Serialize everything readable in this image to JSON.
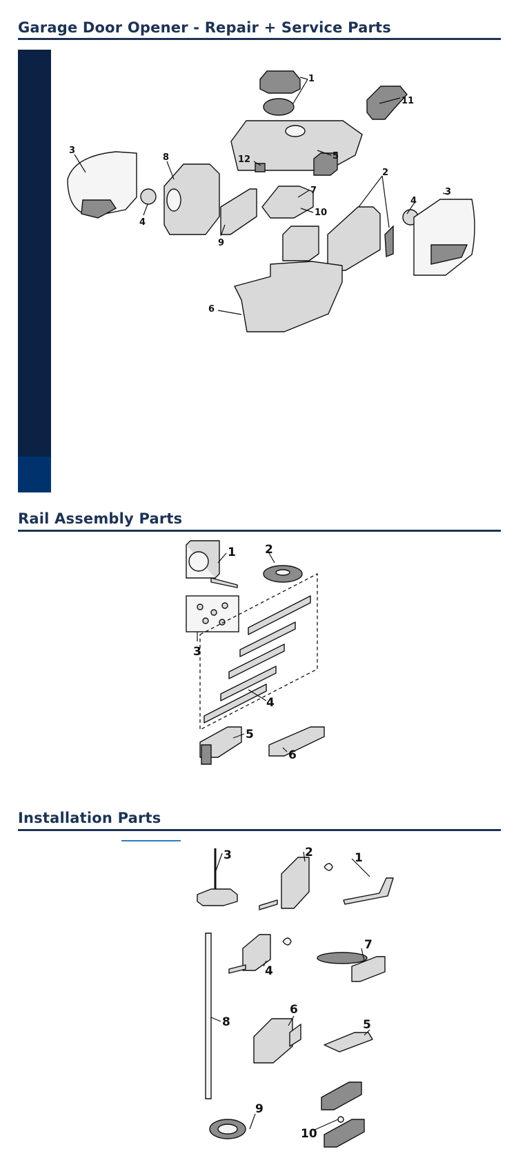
{
  "sections": {
    "opener": {
      "title": "Garage Door Opener - Repair + Service Parts"
    },
    "rail": {
      "title": "Rail Assembly Parts"
    },
    "install": {
      "title": "Installation Parts"
    }
  },
  "opener_callouts": [
    "1",
    "11",
    "3",
    "8",
    "12",
    "5",
    "2",
    "3",
    "4",
    "7",
    "10",
    "4",
    "9",
    "6"
  ],
  "rail_callouts": [
    "1",
    "2",
    "3",
    "4",
    "5",
    "6"
  ],
  "install_callouts": [
    "3",
    "2",
    "1",
    "4",
    "7",
    "8",
    "6",
    "5",
    "9",
    "10"
  ],
  "colors": {
    "heading": "#1d3354",
    "sidebar": "#0c2244",
    "sidebar_accent": "#00336e",
    "link_underline": "#2a7cc4"
  },
  "icons": {
    "none": ""
  }
}
